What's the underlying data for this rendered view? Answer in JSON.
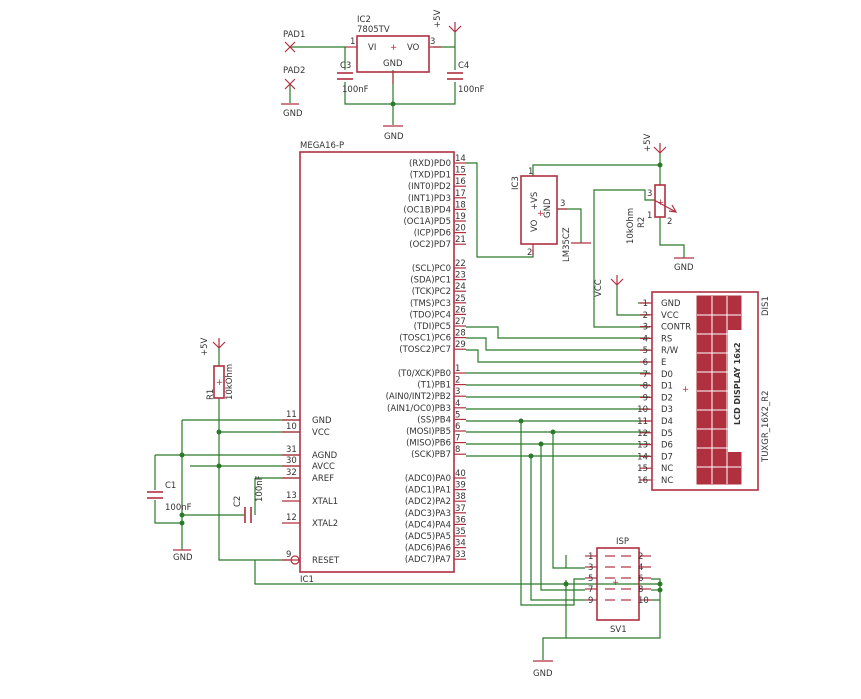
{
  "schematic": {
    "mcu": {
      "name": "MEGA16-P",
      "designator": "IC1",
      "left_pins": [
        {
          "num": "11",
          "label": "GND"
        },
        {
          "num": "10",
          "label": "VCC"
        },
        {
          "num": "31",
          "label": "AGND"
        },
        {
          "num": "30",
          "label": "AVCC"
        },
        {
          "num": "32",
          "label": "AREF"
        },
        {
          "num": "13",
          "label": "XTAL1"
        },
        {
          "num": "12",
          "label": "XTAL2"
        },
        {
          "num": "9",
          "label": "RESET"
        }
      ],
      "right_pins": [
        {
          "num": "14",
          "label": "(RXD)PD0"
        },
        {
          "num": "15",
          "label": "(TXD)PD1"
        },
        {
          "num": "16",
          "label": "(INT0)PD2"
        },
        {
          "num": "17",
          "label": "(INT1)PD3"
        },
        {
          "num": "18",
          "label": "(OC1B)PD4"
        },
        {
          "num": "19",
          "label": "(OC1A)PD5"
        },
        {
          "num": "20",
          "label": "(ICP)PD6"
        },
        {
          "num": "21",
          "label": "(OC2)PD7"
        },
        {
          "num": "22",
          "label": "(SCL)PC0"
        },
        {
          "num": "23",
          "label": "(SDA)PC1"
        },
        {
          "num": "24",
          "label": "(TCK)PC2"
        },
        {
          "num": "25",
          "label": "(TMS)PC3"
        },
        {
          "num": "26",
          "label": "(TDO)PC4"
        },
        {
          "num": "27",
          "label": "(TDI)PC5"
        },
        {
          "num": "28",
          "label": "(TOSC1)PC6"
        },
        {
          "num": "29",
          "label": "(TOSC2)PC7"
        },
        {
          "num": "1",
          "label": "(T0/XCK)PB0"
        },
        {
          "num": "2",
          "label": "(T1)PB1"
        },
        {
          "num": "3",
          "label": "(AIN0/INT2)PB2"
        },
        {
          "num": "4",
          "label": "(AIN1/OC0)PB3"
        },
        {
          "num": "5",
          "label": "(SS)PB4"
        },
        {
          "num": "6",
          "label": "(MOSI)PB5"
        },
        {
          "num": "7",
          "label": "(MISO)PB6"
        },
        {
          "num": "8",
          "label": "(SCK)PB7"
        },
        {
          "num": "40",
          "label": "(ADC0)PA0"
        },
        {
          "num": "39",
          "label": "(ADC1)PA1"
        },
        {
          "num": "38",
          "label": "(ADC2)PA2"
        },
        {
          "num": "37",
          "label": "(ADC3)PA3"
        },
        {
          "num": "36",
          "label": "(ADC4)PA4"
        },
        {
          "num": "35",
          "label": "(ADC5)PA5"
        },
        {
          "num": "34",
          "label": "(ADC6)PA6"
        },
        {
          "num": "33",
          "label": "(ADC7)PA7"
        }
      ]
    },
    "lcd": {
      "designator": "DIS1",
      "part": "TUXGR_16X2_R2",
      "inner_label": "LCD DISPLAY 16x2",
      "pins": [
        {
          "num": "1",
          "label": "GND"
        },
        {
          "num": "2",
          "label": "VCC"
        },
        {
          "num": "3",
          "label": "CONTR"
        },
        {
          "num": "4",
          "label": "RS"
        },
        {
          "num": "5",
          "label": "R/W"
        },
        {
          "num": "6",
          "label": "E"
        },
        {
          "num": "7",
          "label": "D0"
        },
        {
          "num": "8",
          "label": "D1"
        },
        {
          "num": "9",
          "label": "D2"
        },
        {
          "num": "10",
          "label": "D3"
        },
        {
          "num": "11",
          "label": "D4"
        },
        {
          "num": "12",
          "label": "D5"
        },
        {
          "num": "13",
          "label": "D6"
        },
        {
          "num": "14",
          "label": "D7"
        },
        {
          "num": "15",
          "label": "NC"
        },
        {
          "num": "16",
          "label": "NC"
        }
      ]
    },
    "regulator": {
      "designator": "IC2",
      "part": "7805TV",
      "vi": "VI",
      "vo": "VO",
      "gnd": "GND",
      "pin1": "1",
      "pin3": "3"
    },
    "sensor": {
      "designator": "IC3",
      "part": "LM35CZ",
      "vs": "+VS",
      "vo": "VO",
      "gnd": "GND",
      "pin1": "1",
      "pin2": "2",
      "pin3": "3"
    },
    "isp": {
      "title": "ISP",
      "designator": "SV1",
      "left_pins": [
        "1",
        "3",
        "5",
        "7",
        "9"
      ],
      "right_pins": [
        "2",
        "4",
        "6",
        "8",
        "10"
      ]
    },
    "pads": {
      "pad1": "PAD1",
      "pad2": "PAD2"
    },
    "caps": {
      "c1": {
        "name": "C1",
        "value": "100nF"
      },
      "c2": {
        "name": "C2",
        "value": "100nF"
      },
      "c3": {
        "name": "C3",
        "value": "100nF"
      },
      "c4": {
        "name": "C4",
        "value": "100nF"
      }
    },
    "resistors": {
      "r1": {
        "name": "R1",
        "value": "10kOhm"
      },
      "r2": {
        "name": "R2",
        "value": "10kOhm",
        "pin1": "1",
        "pin2": "2",
        "pin3": "3"
      }
    },
    "nets": {
      "gnd": "GND",
      "vcc5": "+5V",
      "vcc": "VCC"
    }
  }
}
